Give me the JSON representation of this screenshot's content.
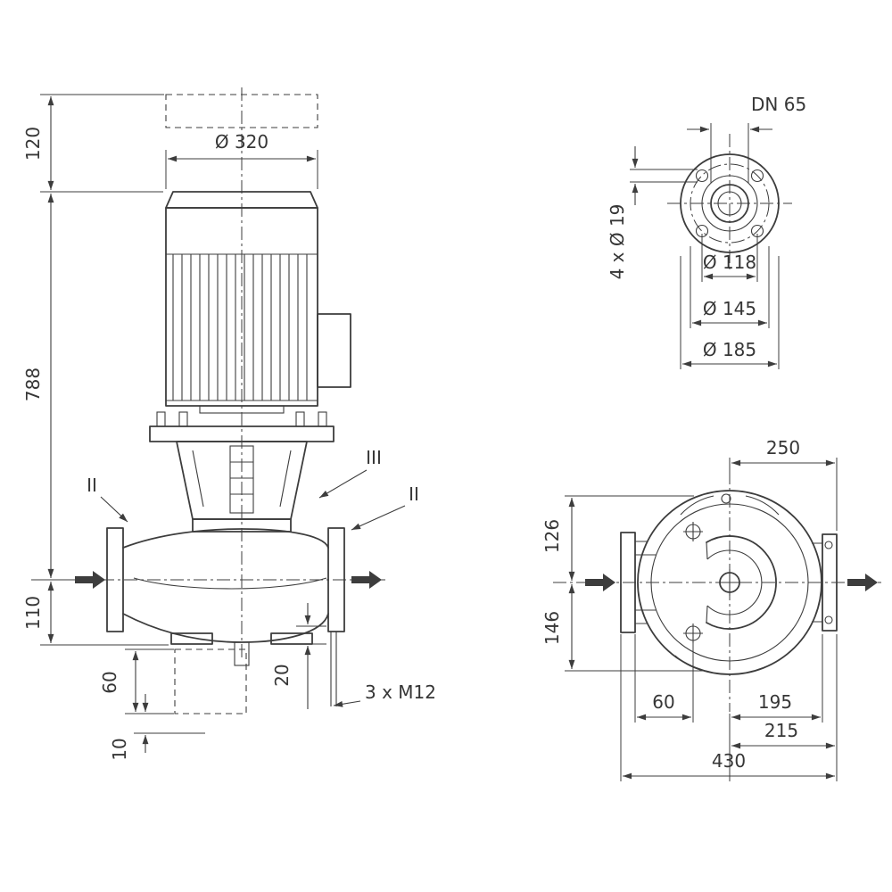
{
  "front": {
    "dia320": "Ø 320",
    "d120": "120",
    "d788": "788",
    "d110": "110",
    "d60": "60",
    "d10": "10",
    "d20": "20",
    "bolt_note": "3 x M12",
    "sec_ii_left": "II",
    "sec_iii": "III",
    "sec_ii_right": "II"
  },
  "flange": {
    "dn": "DN 65",
    "holes_note": "4 x Ø 19",
    "d118": "Ø 118",
    "d145": "Ø 145",
    "d185": "Ø 185"
  },
  "plan": {
    "d250": "250",
    "d126": "126",
    "d146": "146",
    "d60": "60",
    "d195": "195",
    "d215": "215",
    "d430": "430"
  },
  "colors": {
    "line": "#3d3d3d",
    "text": "#363636",
    "background": "#ffffff"
  }
}
